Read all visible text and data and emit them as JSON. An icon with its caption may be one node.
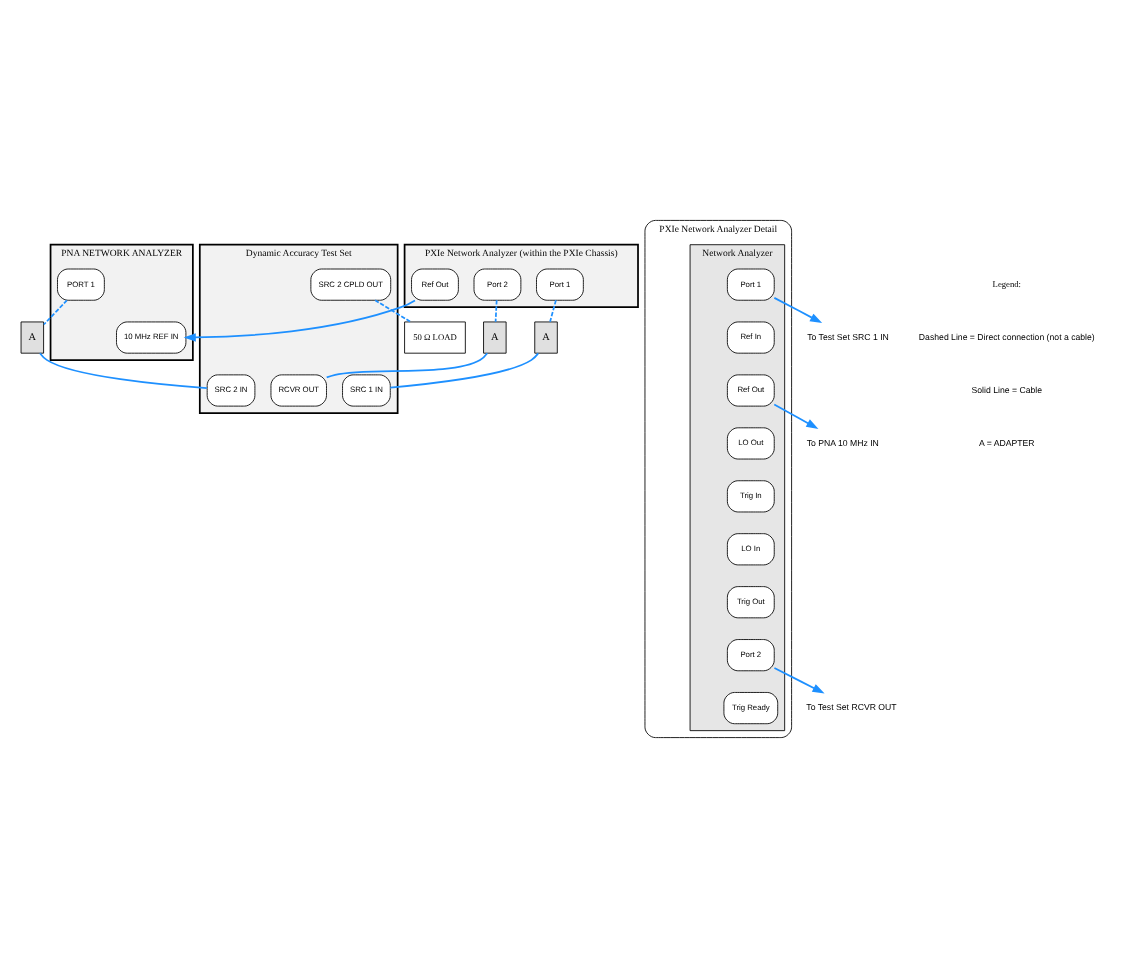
{
  "diagram": {
    "nodes": [
      {
        "text": [
          "PNA NETWORK ANALYZER"
        ]
      },
      {
        "text": [
          "10 MHz REF IN"
        ],
        "in": 0
      },
      {
        "text": [
          "PORT 1"
        ],
        "in": 0
      },
      {
        "text": [
          "PXIe Network Analyzer (within the PXIe Chassis)"
        ]
      },
      {
        "text": [
          "Ref Out"
        ],
        "in": 3
      },
      {
        "text": [
          "Port 2"
        ],
        "in": 3
      },
      {
        "text": [
          "Port 1"
        ],
        "in": 3
      },
      {
        "text": [
          "A"
        ]
      },
      {
        "text": [
          "A"
        ]
      },
      {
        "text": [
          "A"
        ]
      },
      {
        "text": [
          "Dynamic Accuracy Test Set"
        ]
      },
      {
        "text": [
          "SRC 1 IN"
        ],
        "in": 10
      },
      {
        "text": [
          "RCVR OUT"
        ],
        "in": 10
      },
      {
        "text": [
          "SRC 2 IN"
        ],
        "in": 10
      },
      {
        "text": [
          "SRC 2 CPLD OUT"
        ],
        "in": 10
      },
      {
        "text": [
          "50 Ω LOAD"
        ]
      },
      {
        "text": [
          "PXIe Network Analyzer Detail"
        ]
      },
      {
        "text": [
          "Network Analyzer"
        ],
        "in": 16
      },
      {
        "text": [
          "Port 1"
        ],
        "in": 17
      },
      {
        "text": [
          "Ref In"
        ],
        "in": 17
      },
      {
        "text": [
          "Ref Out"
        ],
        "in": 17
      },
      {
        "text": [
          "LO Out"
        ],
        "in": 17
      },
      {
        "text": [
          "Trig In"
        ],
        "in": 17
      },
      {
        "text": [
          "LO In"
        ],
        "in": 17
      },
      {
        "text": [
          "Trig Out"
        ],
        "in": 17
      },
      {
        "text": [
          "Port 2"
        ],
        "in": 17
      },
      {
        "text": [
          "Trig Ready"
        ],
        "in": 17
      },
      {
        "text": [
          "To PNA 10 MHz IN"
        ]
      },
      {
        "text": [
          "To Test Set SRC 1 IN"
        ]
      },
      {
        "text": [
          "To Test Set RCVR OUT"
        ]
      }
    ],
    "edges": [
      {
        "from": 4,
        "to": 1,
        "arrow": "to"
      },
      {
        "from": 2,
        "to": 7,
        "arrow": "none",
        "style": "dashed"
      },
      {
        "from": 7,
        "to": 13,
        "arrow": "none"
      },
      {
        "from": 5,
        "to": 8,
        "arrow": "none",
        "style": "dashed"
      },
      {
        "from": 8,
        "to": 12,
        "arrow": "none"
      },
      {
        "from": 6,
        "to": 9,
        "arrow": "none",
        "style": "dashed"
      },
      {
        "from": 9,
        "to": 11,
        "arrow": "none"
      },
      {
        "from": 14,
        "to": 15,
        "arrow": "none",
        "style": "dashed"
      },
      {
        "from": 20,
        "to": 27,
        "arrow": "to"
      },
      {
        "from": 18,
        "to": 28,
        "arrow": "to"
      },
      {
        "from": 25,
        "to": 29,
        "arrow": "to"
      }
    ],
    "labels": [
      "Legend:"
    ],
    "legend": [
      {
        "text": "Dashed Line = Direct connection (not a cable)"
      },
      {
        "text": "Solid Line = Cable"
      },
      {
        "text": "A = ADAPTER"
      }
    ]
  }
}
